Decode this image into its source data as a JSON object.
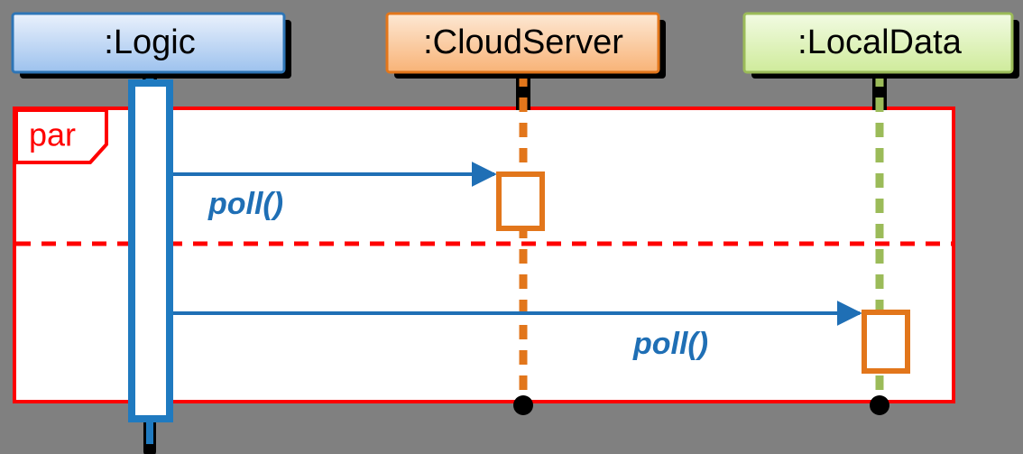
{
  "diagram": {
    "type": "uml-sequence-diagram",
    "background_color": "#808080",
    "lifelines": [
      {
        "id": "logic",
        "label": ":Logic",
        "header_fill_top": "#eaf1fc",
        "header_fill_bottom": "#9dc2ee",
        "header_border": "#2e75b6",
        "lifeline_color": "#1f7ac0",
        "lifeline_style": "solid",
        "activation_border": "#1f7ac0",
        "activation_fill": "#ffffff"
      },
      {
        "id": "cloudserver",
        "label": ":CloudServer",
        "header_fill_top": "#fde8d4",
        "header_fill_bottom": "#f8b377",
        "header_border": "#e2761b",
        "lifeline_color": "#e2761b",
        "lifeline_style": "dashed",
        "activation_border": "#e2761b",
        "activation_fill": "#ffffff"
      },
      {
        "id": "localdata",
        "label": ":LocalData",
        "header_fill_top": "#f2fbe3",
        "header_fill_bottom": "#cfeb9b",
        "header_border": "#9bbb59",
        "lifeline_color": "#9bbb59",
        "lifeline_style": "dashed",
        "activation_border": "#e2761b",
        "activation_fill": "#ffffff"
      }
    ],
    "fragment": {
      "operator": "par",
      "border_color": "#ff0000",
      "fill_color": "#ffffff",
      "divider_style": "dashed",
      "operands": 2
    },
    "messages": [
      {
        "label": "poll()",
        "from": "logic",
        "to": "cloudserver",
        "color": "#1f6fb5",
        "style": "solid",
        "arrowhead": "filled"
      },
      {
        "label": "poll()",
        "from": "logic",
        "to": "localdata",
        "color": "#1f6fb5",
        "style": "solid",
        "arrowhead": "filled"
      }
    ],
    "terminators": [
      {
        "lifeline": "cloudserver",
        "shape": "filled-circle",
        "color": "#000000"
      },
      {
        "lifeline": "localdata",
        "shape": "filled-circle",
        "color": "#000000"
      }
    ]
  }
}
